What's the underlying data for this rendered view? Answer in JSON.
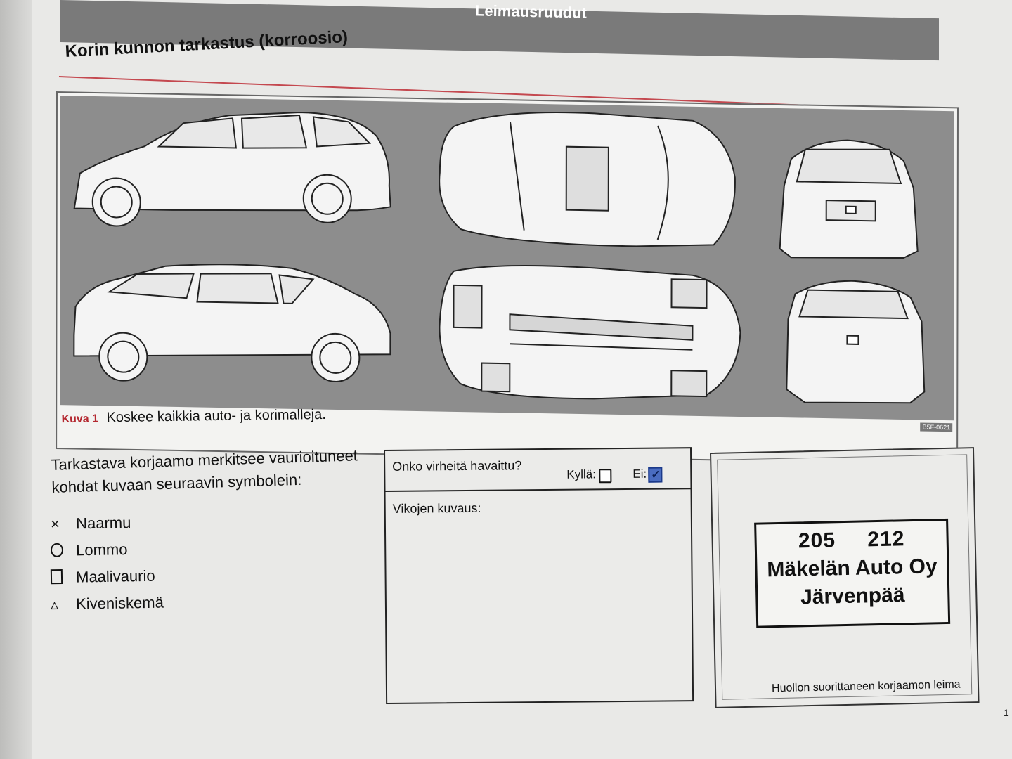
{
  "header": {
    "section_label": "Leimausruudut",
    "title": "Korin kunnon tarkastus (korroosio)"
  },
  "figure": {
    "caption_label": "Kuva 1",
    "caption_text": "Koskee kaikkia auto- ja korimalleja.",
    "code": "B5F-0621"
  },
  "legend": {
    "intro_line1": "Tarkastava korjaamo merkitsee vaurioituneet",
    "intro_line2": "kohdat kuvaan seuraavin symbolein:",
    "items": [
      {
        "symbol": "×",
        "label": "Naarmu"
      },
      {
        "symbol": "circle",
        "label": "Lommo"
      },
      {
        "symbol": "square",
        "label": "Maalivaurio"
      },
      {
        "symbol": "▵",
        "label": "Kiveniskemä"
      }
    ]
  },
  "fault_form": {
    "question": "Onko virheitä havaittu?",
    "yes_label": "Kyllä:",
    "no_label": "Ei:",
    "no_checked": true,
    "defects_label": "Vikojen kuvaus:"
  },
  "stamp": {
    "code1": "205",
    "code2": "212",
    "company": "Mäkelän Auto Oy",
    "city": "Järvenpää",
    "caption": "Huollon suorittaneen korjaamon leima"
  },
  "page_number": "1",
  "colors": {
    "accent": "#b42830",
    "figure_bg": "#8d8d8d",
    "header_bar": "#7a7a7a"
  }
}
